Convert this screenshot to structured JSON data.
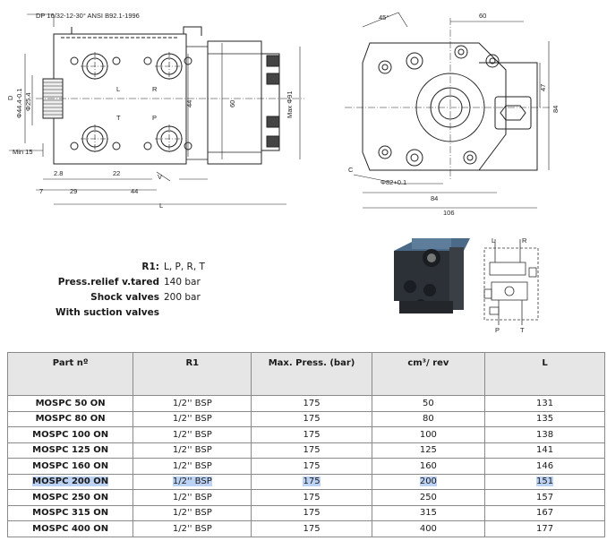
{
  "drawing": {
    "standard": "DP 16/32-12-30° ANSI B92.1-1996",
    "ports": [
      "L",
      "R",
      "T",
      "P"
    ],
    "dims_side": {
      "d": "D",
      "d44": "Φ44.4-0.1",
      "d25": "Φ25.4",
      "min15": "Min 15",
      "d2_8": "2.8",
      "d22": "22",
      "d7": "7",
      "d29": "29",
      "d44b": "44",
      "v": "V",
      "l": "L",
      "d44v": "44",
      "d60v": "60",
      "maxd91": "Max Φ91"
    },
    "dims_front": {
      "angle": "45°",
      "d60": "60",
      "d47": "47",
      "d84v": "84",
      "c": "C",
      "d82": "Φ82+0.1",
      "d84h": "84",
      "d106": "106"
    },
    "schematic_labels": [
      "L",
      "R",
      "P",
      "T"
    ]
  },
  "specs": [
    {
      "label": "R1:",
      "value": "L, P, R, T"
    },
    {
      "label": "Press.relief v.tared",
      "value": "140 bar"
    },
    {
      "label": "Shock valves",
      "value": "200 bar"
    },
    {
      "label": "With suction valves",
      "value": ""
    }
  ],
  "table": {
    "headers": [
      "Part nº",
      "R1",
      "Max. Press. (bar)",
      "cm³/ rev",
      "L"
    ],
    "rows": [
      [
        "MOSPC 50 ON",
        "1/2'' BSP",
        "175",
        "50",
        "131"
      ],
      [
        "MOSPC 80 ON",
        "1/2'' BSP",
        "175",
        "80",
        "135"
      ],
      [
        "MOSPC 100 ON",
        "1/2'' BSP",
        "175",
        "100",
        "138"
      ],
      [
        "MOSPC 125 ON",
        "1/2'' BSP",
        "175",
        "125",
        "141"
      ],
      [
        "MOSPC 160 ON",
        "1/2'' BSP",
        "175",
        "160",
        "146"
      ],
      [
        "MOSPC 200 ON",
        "1/2'' BSP",
        "175",
        "200",
        "151"
      ],
      [
        "MOSPC 250 ON",
        "1/2'' BSP",
        "175",
        "250",
        "157"
      ],
      [
        "MOSPC 315 ON",
        "1/2'' BSP",
        "175",
        "315",
        "167"
      ],
      [
        "MOSPC 400 ON",
        "1/2'' BSP",
        "175",
        "400",
        "177"
      ]
    ],
    "highlighted_row": "MOSPC 200 ON",
    "highlight_color": "#bcd3f5"
  }
}
